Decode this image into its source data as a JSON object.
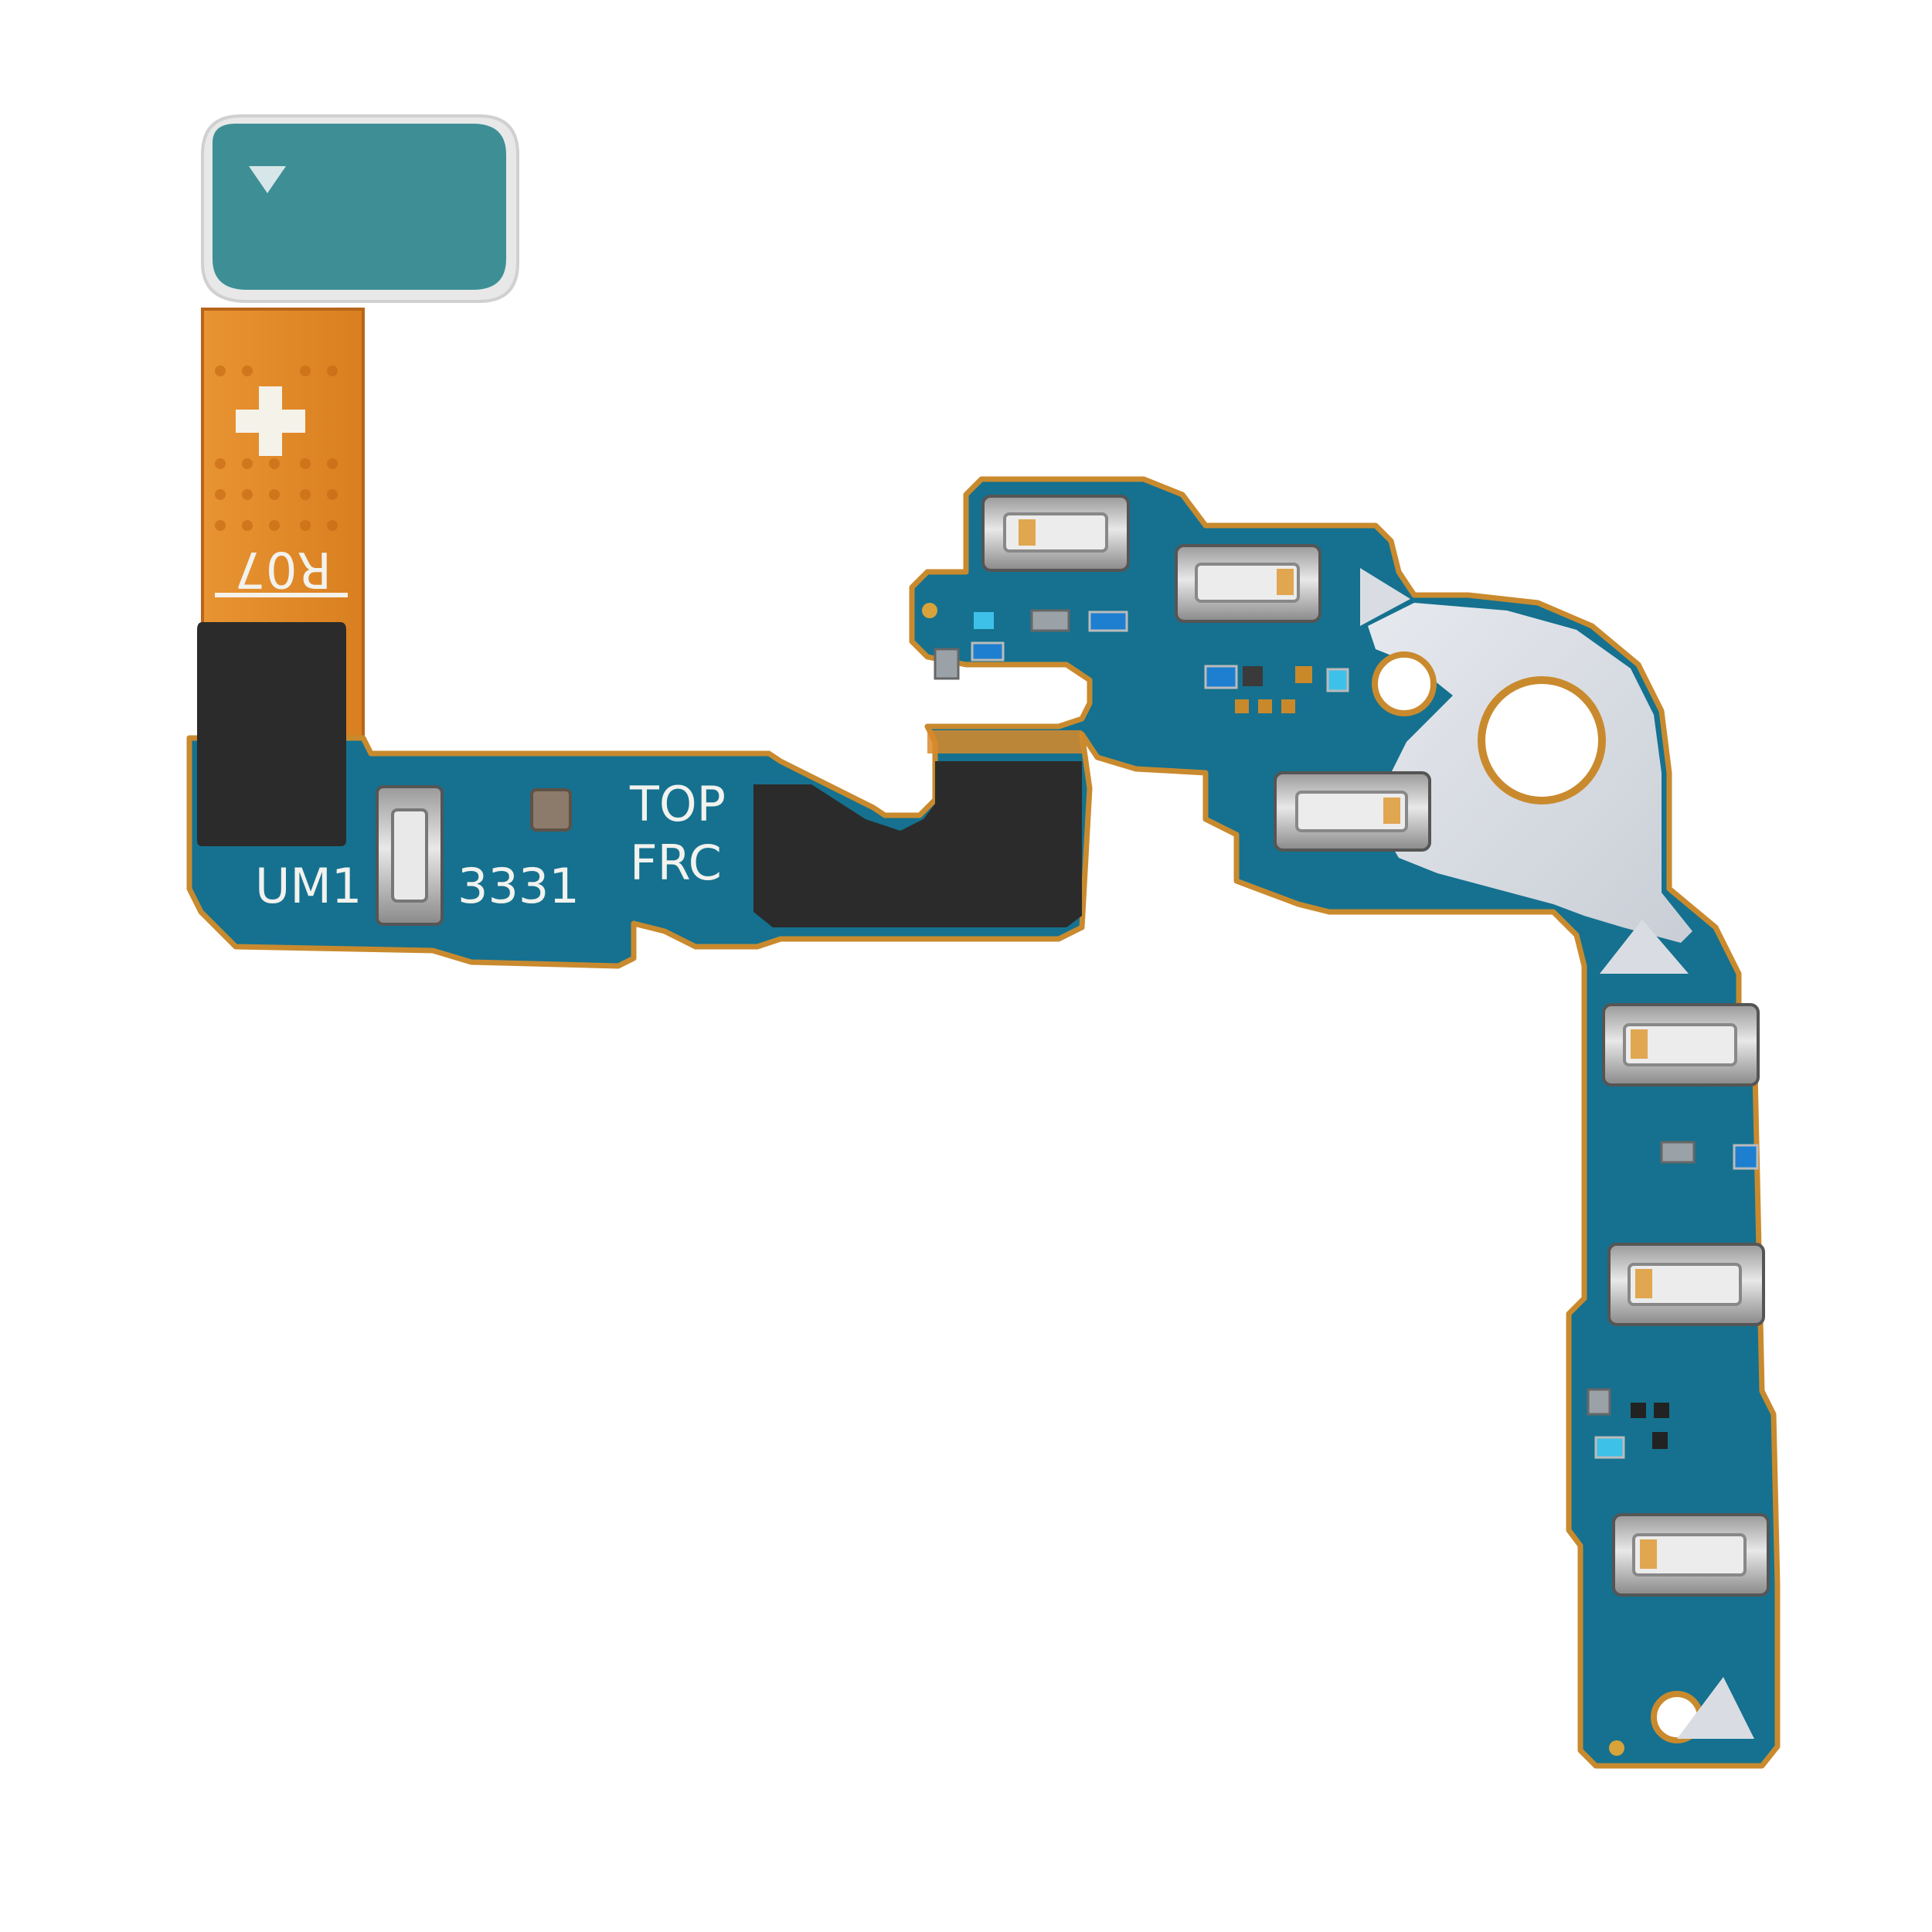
{
  "image": {
    "subject": "flex-cable-pcb",
    "colors": {
      "background": "#ffffff",
      "board": "#15718f",
      "board_shadow": "#0d5470",
      "board_edge": "#c98a2e",
      "flex": "#e38a28",
      "flex_dark": "#c56f18",
      "pad_cover": "#3e8f95",
      "silver_plate": "#d9dde3",
      "foam": "#2a2a2a",
      "contact_metal": "#bfbfbf",
      "component_blue": "#1e7fd0",
      "silkscreen": "#f2f2ee"
    }
  },
  "labels": {
    "flex_code": "R07",
    "board_id": "UM1",
    "part_number": "3331",
    "side_line1": "TOP",
    "side_line2": "FRC"
  }
}
